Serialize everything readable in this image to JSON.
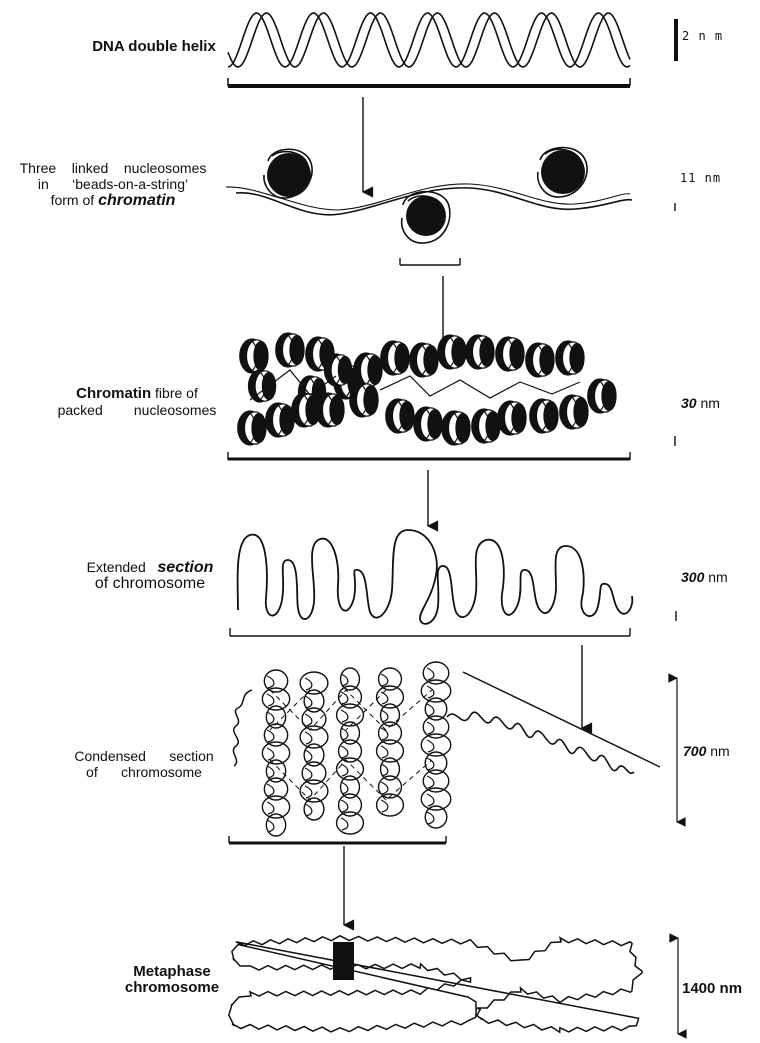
{
  "labels": {
    "dna": "DNA double helix",
    "beads_line1": "Three    linked    nucleosomes",
    "beads_line2": "in      ‘beads-on-a-string’",
    "beads_line3_a": "form of ",
    "beads_line3_b": "chromatin",
    "fibre_line1_a": "Chromatin",
    "fibre_line1_b": " fibre of",
    "fibre_line2": "packed        nucleosomes",
    "extended_line1_a": "Extended   ",
    "extended_line1_b": "section",
    "extended_line2": "of chromosome",
    "condensed_line1": "Condensed      section",
    "condensed_line2": "of      chromosome",
    "metaphase_line1": "Metaphase",
    "metaphase_line2": "chromosome"
  },
  "scales": {
    "dna": "2 n m",
    "beads": "11 nm",
    "fibre_num": "30",
    "fibre_unit": " nm",
    "extended_num": "300",
    "extended_unit": " nm",
    "condensed_num": "700",
    "condensed_unit": " nm",
    "metaphase": "1400 nm"
  },
  "colors": {
    "ink": "#111111",
    "background": "#ffffff"
  }
}
